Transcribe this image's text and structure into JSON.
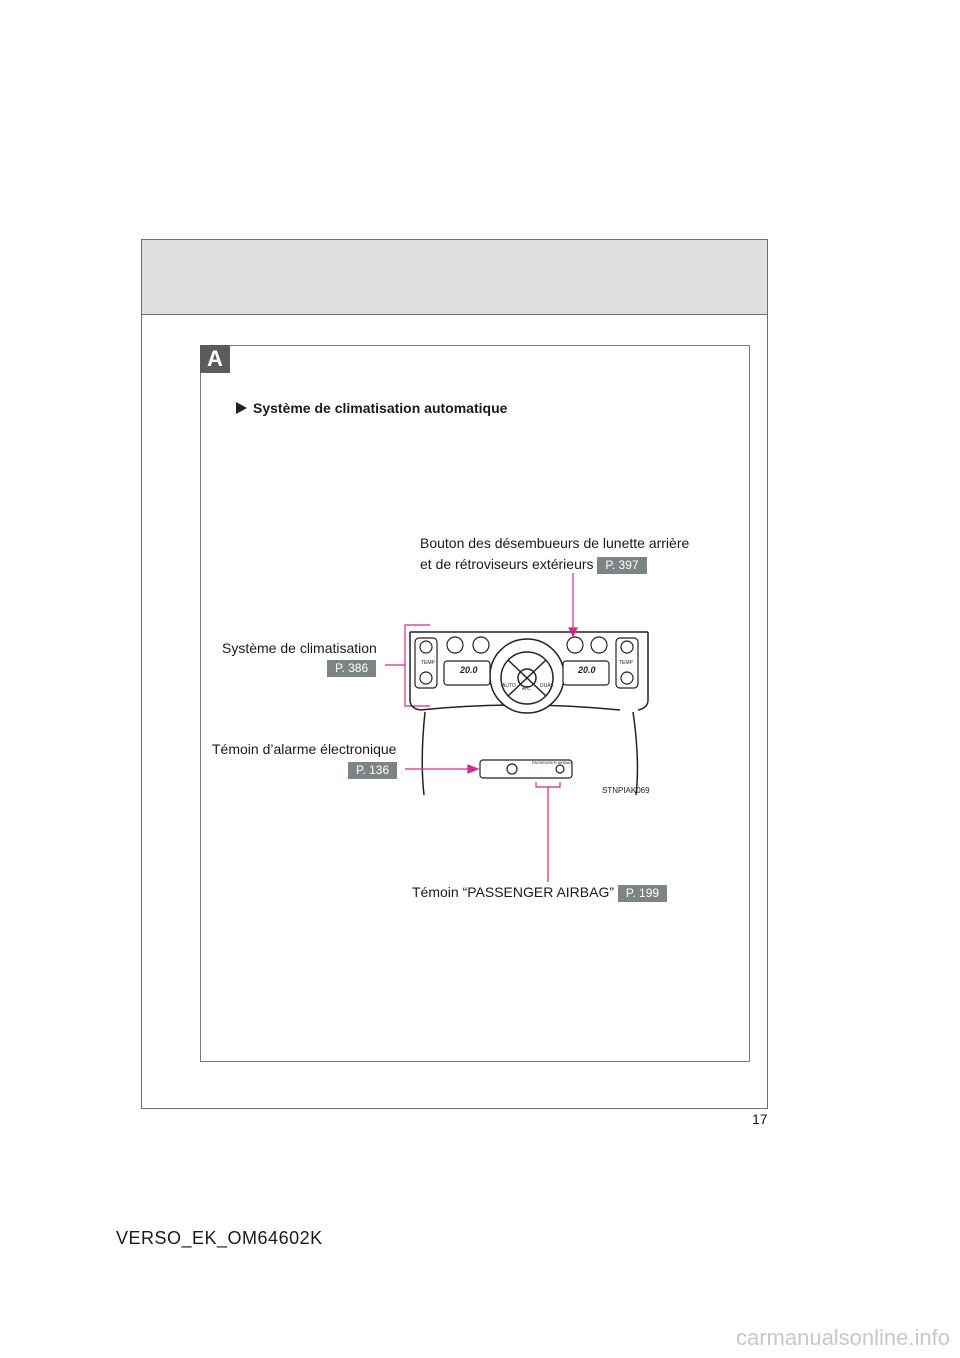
{
  "section_letter": "A",
  "heading": "Système de climatisation automatique",
  "callouts": {
    "defogger_line1": "Bouton des désembueurs de lunette arrière",
    "defogger_line2": "et de rétroviseurs extérieurs",
    "defogger_ref": "P. 397",
    "climate": "Système de climatisation",
    "climate_ref": "P. 386",
    "alarm": "Témoin d’alarme électronique",
    "alarm_ref": "P. 136",
    "airbag": "Témoin “PASSENGER AIRBAG”",
    "airbag_ref": "P. 199"
  },
  "figure": {
    "code": "STNPIAK069",
    "temp_left": "20.0",
    "temp_right": "20.0",
    "temp_label": "TEMP",
    "auto_label": "AUTO",
    "ac_label": "A/C",
    "dual_label": "DUAL",
    "airbag_panel_label": "PASSENGER AIRBAG"
  },
  "page_number": "17",
  "footer_code": "VERSO_EK_OM64602K",
  "watermark": "carmanualsonline.info"
}
